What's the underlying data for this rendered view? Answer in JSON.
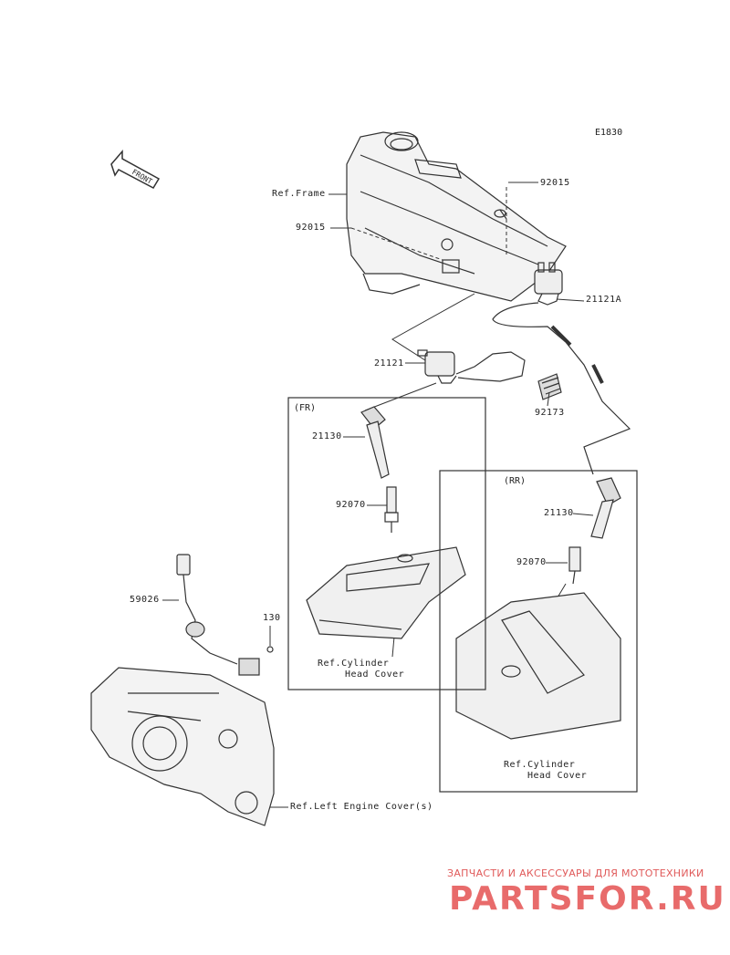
{
  "diagram_code": "E1830",
  "front_label": "FRONT",
  "parts": {
    "p92015_top": "92015",
    "p92015_left": "92015",
    "p21121A": "21121A",
    "p21121": "21121",
    "p92173": "92173",
    "p21130_fr": "21130",
    "p92070_fr": "92070",
    "p21130_rr": "21130",
    "p92070_rr": "92070",
    "p59026": "59026",
    "p130": "130"
  },
  "refs": {
    "frame": "Ref.Frame",
    "cyl_fr_1": "Ref.Cylinder",
    "cyl_fr_2": "Head Cover",
    "cyl_rr_1": "Ref.Cylinder",
    "cyl_rr_2": "Head Cover",
    "engine_cover": "Ref.Left Engine Cover(s)"
  },
  "boxes": {
    "fr": "(FR)",
    "rr": "(RR)"
  },
  "watermark": {
    "line1": "ЗАПЧАСТИ И АКСЕССУАРЫ ДЛЯ МОТОТЕХНИКИ",
    "line2": "PARTSFOR.RU"
  }
}
